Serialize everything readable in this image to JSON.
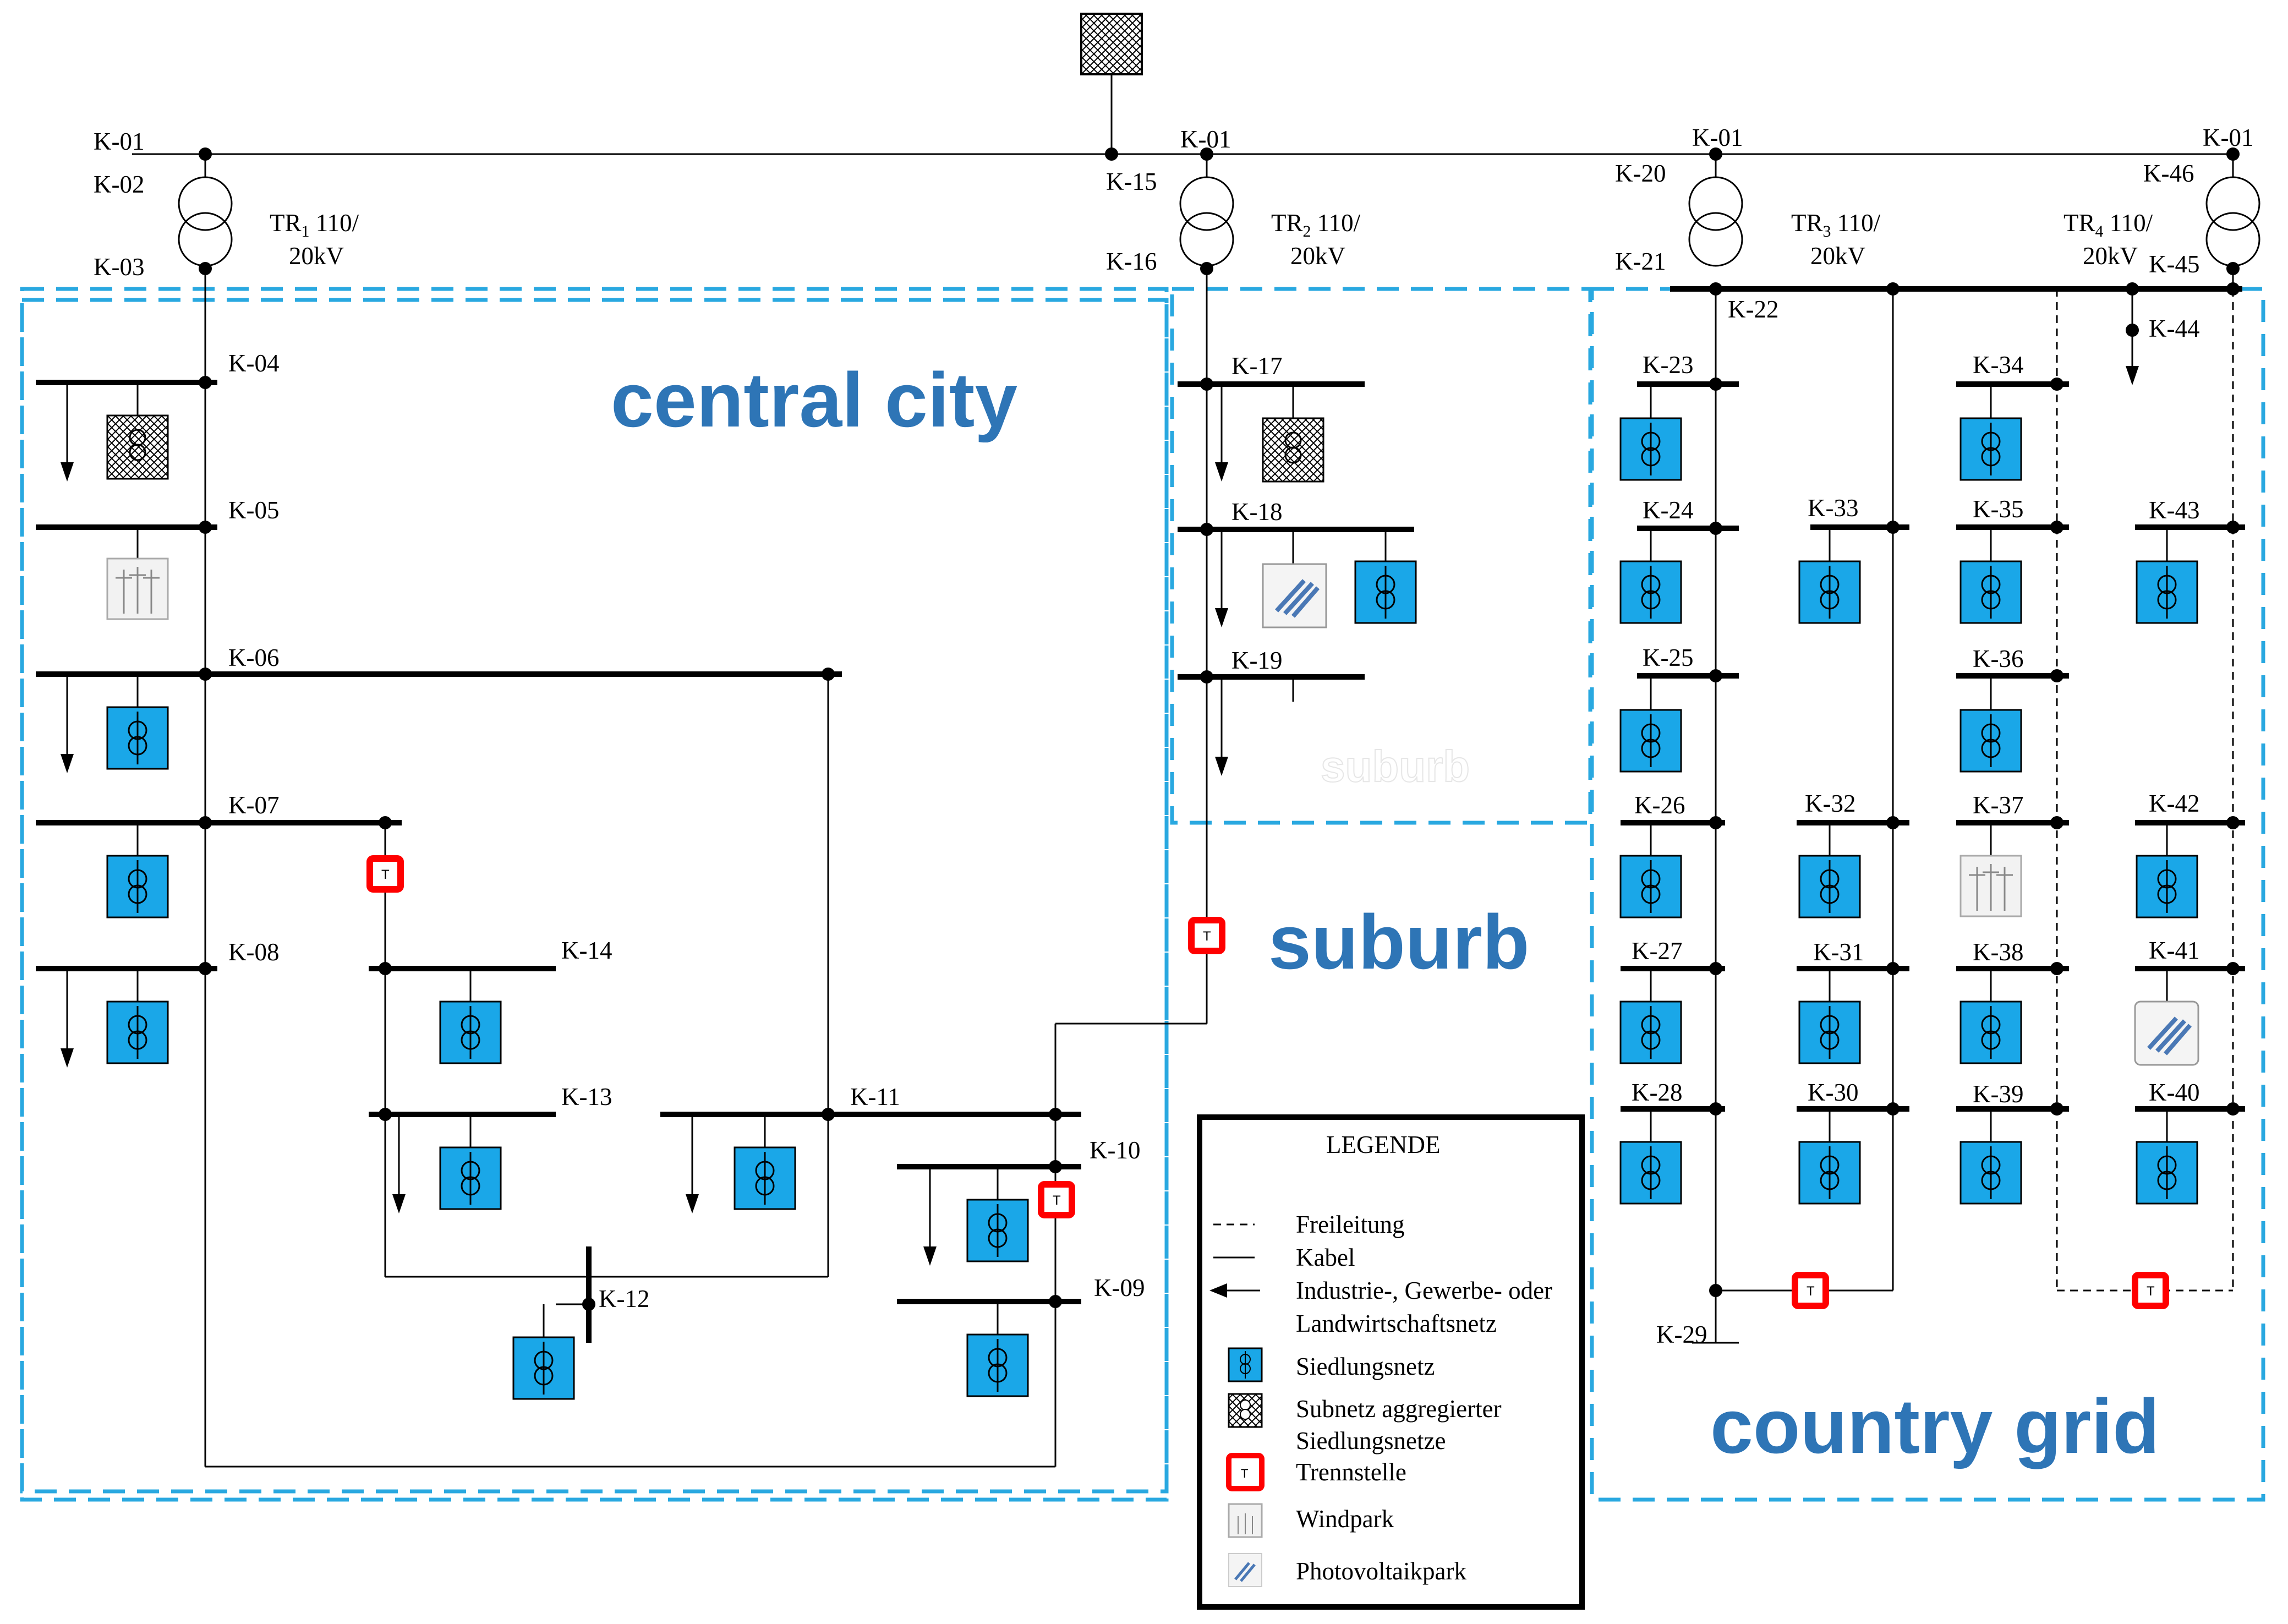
{
  "diagram_title": "",
  "colors": {
    "region_border": "#29a8e0",
    "region_text": "#2e75b6",
    "settlement_fill": "#1aa7e8",
    "separator_red": "#ff0000",
    "line_black": "#000000"
  },
  "regions": {
    "central": "central city",
    "suburb": "suburb",
    "country": "country grid",
    "ghost_suburb": "suburb"
  },
  "transformers": {
    "tr1": {
      "name": "TR",
      "sub": "1",
      "rating": "110/",
      "rating2": "20kV"
    },
    "tr2": {
      "name": "TR",
      "sub": "2",
      "rating": "110/",
      "rating2": "20kV"
    },
    "tr3": {
      "name": "TR",
      "sub": "3",
      "rating": "110/",
      "rating2": "20kV"
    },
    "tr4": {
      "name": "TR",
      "sub": "4",
      "rating": "110/",
      "rating2": "20kV"
    }
  },
  "nodes": {
    "k01a": "K-01",
    "k01b": "K-01",
    "k01c": "K-01",
    "k01d": "K-01",
    "k02": "K-02",
    "k03": "K-03",
    "k04": "K-04",
    "k05": "K-05",
    "k06": "K-06",
    "k07": "K-07",
    "k08": "K-08",
    "k09": "K-09",
    "k10": "K-10",
    "k11": "K-11",
    "k12": "K-12",
    "k13": "K-13",
    "k14": "K-14",
    "k15": "K-15",
    "k16": "K-16",
    "k17": "K-17",
    "k18": "K-18",
    "k19": "K-19",
    "k20": "K-20",
    "k21": "K-21",
    "k22": "K-22",
    "k23": "K-23",
    "k24": "K-24",
    "k25": "K-25",
    "k26": "K-26",
    "k27": "K-27",
    "k28": "K-28",
    "k29": "K-29",
    "k30": "K-30",
    "k31": "K-31",
    "k32": "K-32",
    "k33": "K-33",
    "k34": "K-34",
    "k35": "K-35",
    "k36": "K-36",
    "k37": "K-37",
    "k38": "K-38",
    "k39": "K-39",
    "k40": "K-40",
    "k41": "K-41",
    "k42": "K-42",
    "k43": "K-43",
    "k44": "K-44",
    "k45": "K-45",
    "k46": "K-46"
  },
  "separator_letter": "T",
  "legend": {
    "title": "LEGENDE",
    "items": [
      {
        "icon": "dashed-line-icon",
        "label": "Freileitung"
      },
      {
        "icon": "solid-line-icon",
        "label": "Kabel"
      },
      {
        "icon": "arrow-left-icon",
        "label": "Industrie-, Gewerbe- oder",
        "label2": "Landwirtschaftsnetz"
      },
      {
        "icon": "settlement-transformer-icon",
        "label": "Siedlungsnetz"
      },
      {
        "icon": "aggregated-subnet-icon",
        "label": "Subnetz aggregierter",
        "label2": "Siedlungsnetze"
      },
      {
        "icon": "separation-point-icon",
        "label": "Trennstelle"
      },
      {
        "icon": "wind-park-icon",
        "label": "Windpark"
      },
      {
        "icon": "photovoltaic-park-icon",
        "label": "Photovoltaikpark"
      }
    ]
  }
}
